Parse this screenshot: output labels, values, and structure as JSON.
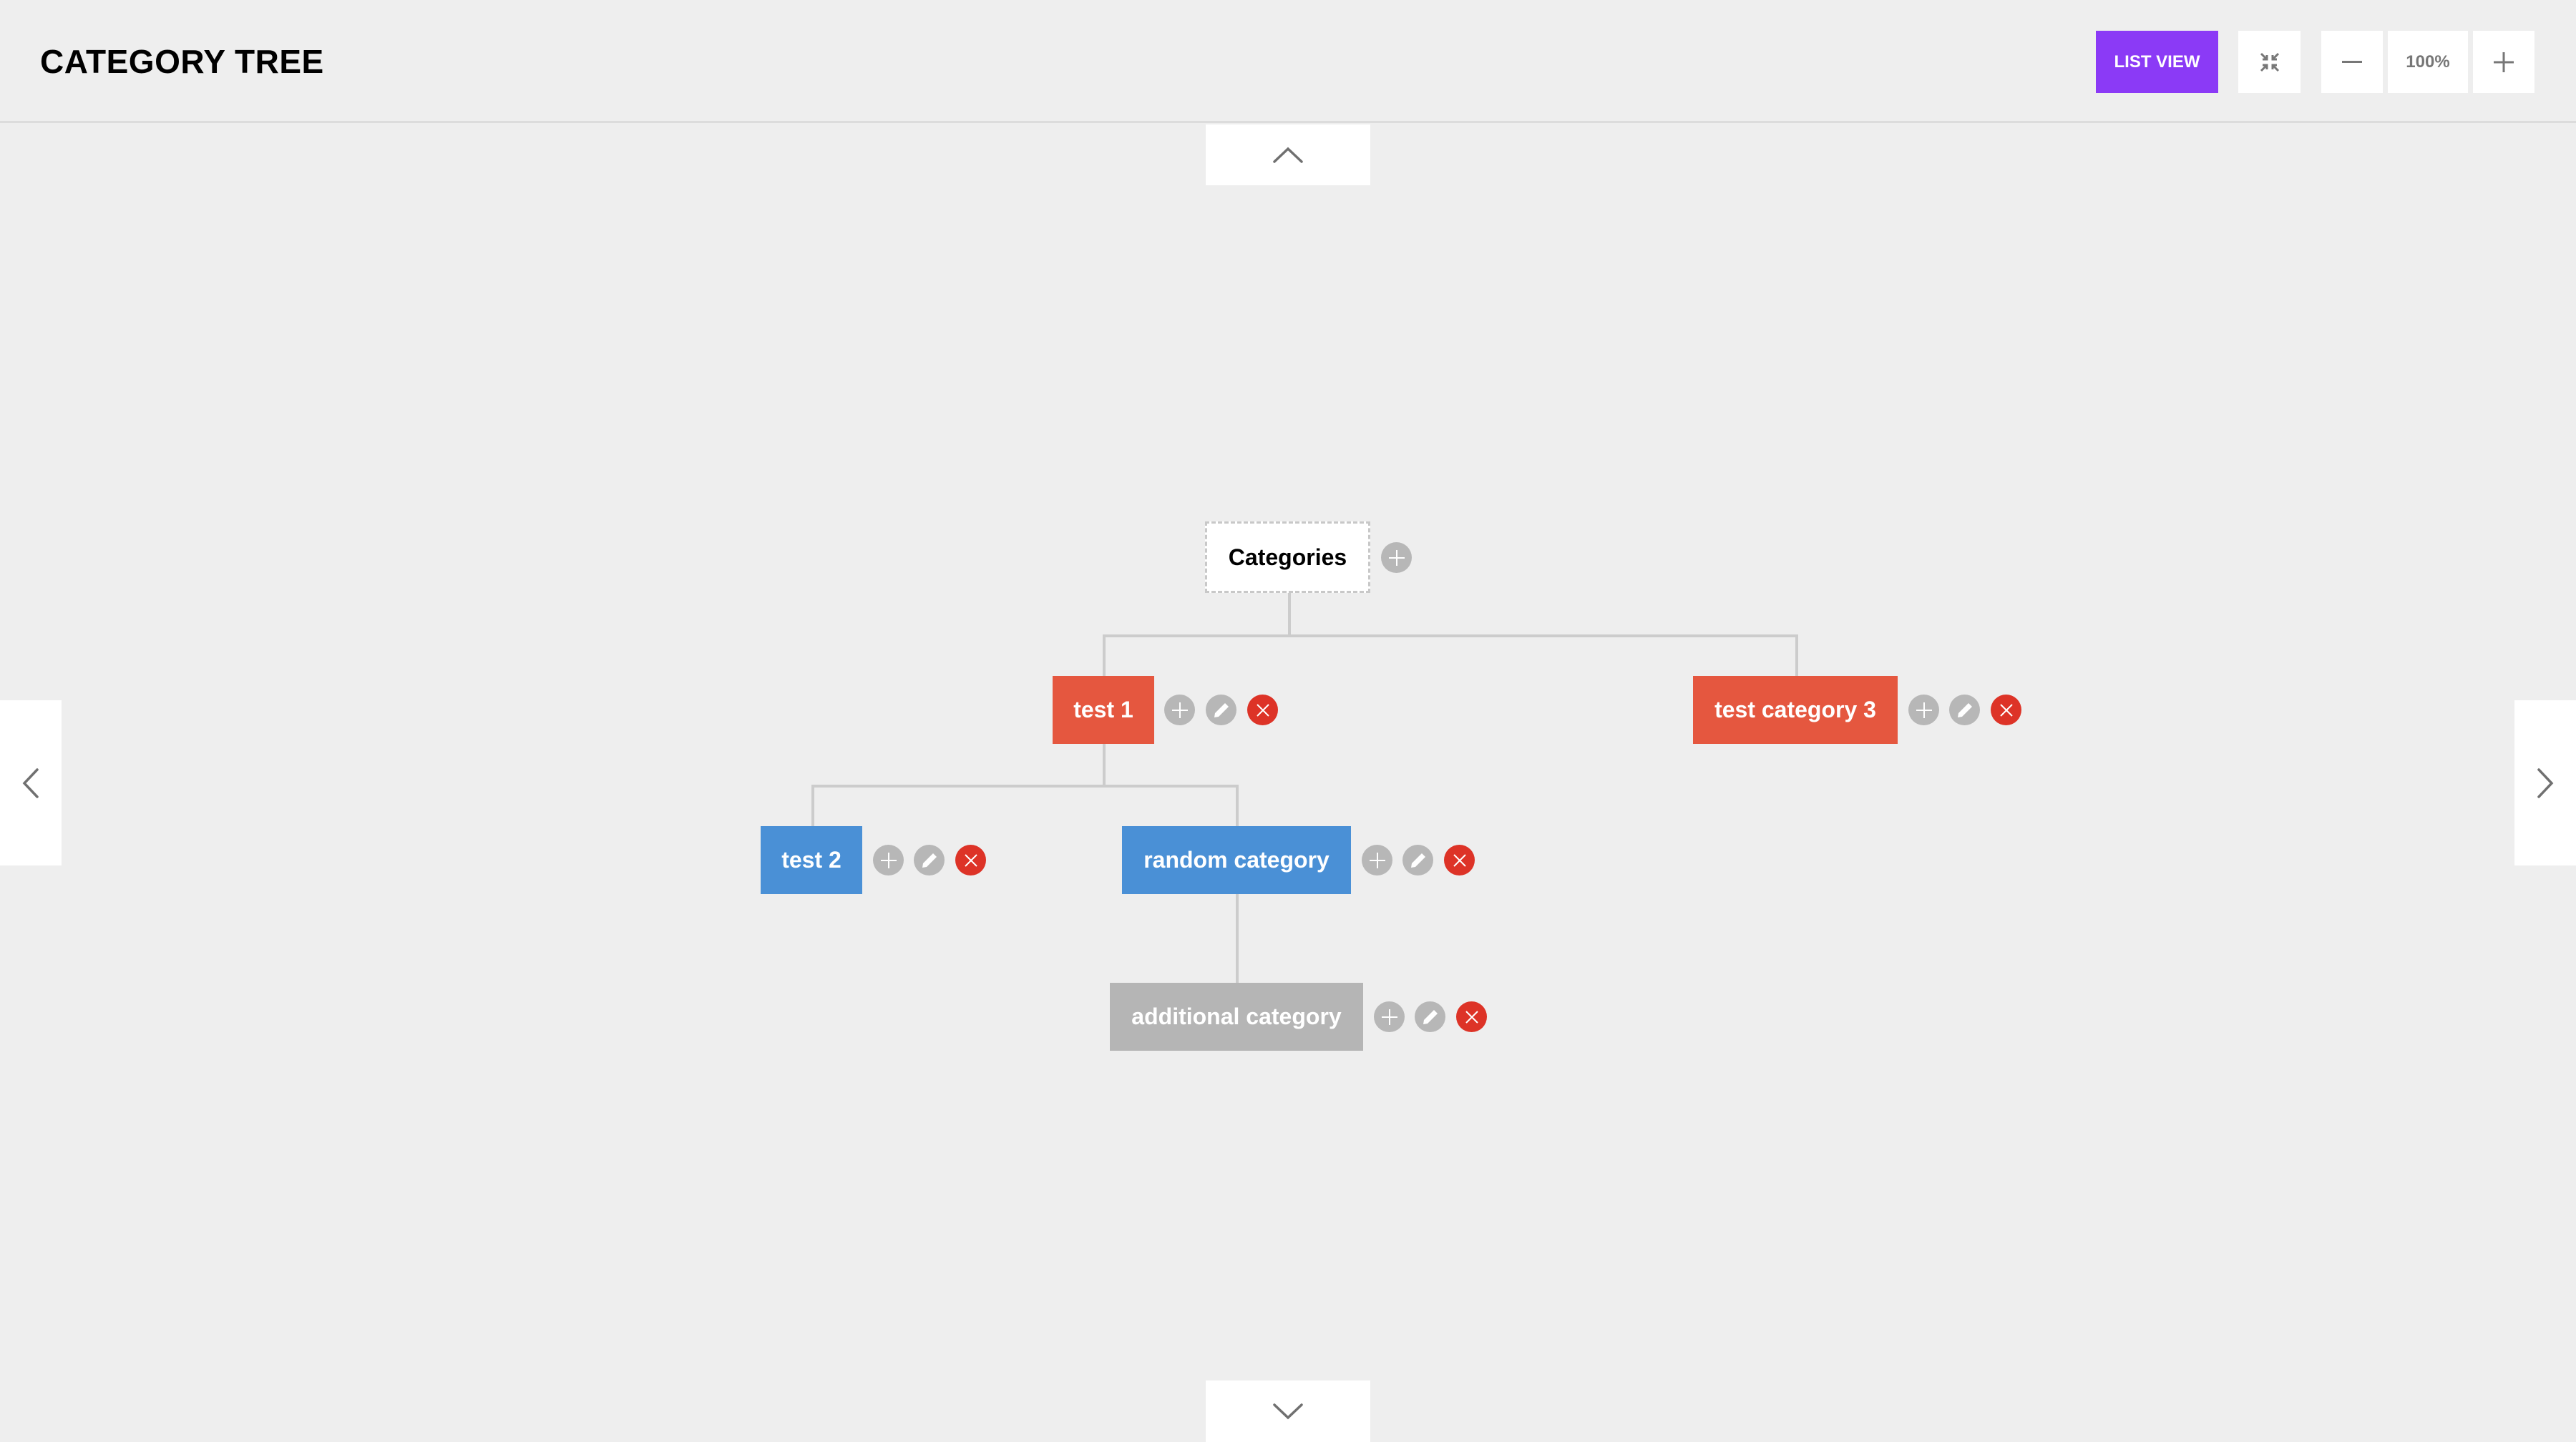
{
  "header": {
    "title": "CATEGORY TREE",
    "list_view_label": "LIST VIEW",
    "collapse_icon": "collapse-arrows-icon",
    "zoom_out_icon": "minus-icon",
    "zoom_level": "100%",
    "zoom_in_icon": "plus-icon"
  },
  "navigation": {
    "up_icon": "chevron-up-icon",
    "down_icon": "chevron-down-icon",
    "left_icon": "chevron-left-icon",
    "right_icon": "chevron-right-icon"
  },
  "tree": {
    "root": {
      "label": "Categories",
      "actions": [
        "add"
      ]
    },
    "nodes": [
      {
        "label": "test 1",
        "color": "#e5573f",
        "level": 1,
        "parent": "Categories",
        "actions": [
          "add",
          "edit",
          "delete"
        ]
      },
      {
        "label": "test category 3",
        "color": "#e5573f",
        "level": 1,
        "parent": "Categories",
        "actions": [
          "add",
          "edit",
          "delete"
        ]
      },
      {
        "label": "test 2",
        "color": "#4a90d6",
        "level": 2,
        "parent": "test 1",
        "actions": [
          "add",
          "edit",
          "delete"
        ]
      },
      {
        "label": "random category",
        "color": "#4a90d6",
        "level": 2,
        "parent": "test 1",
        "actions": [
          "add",
          "edit",
          "delete"
        ]
      },
      {
        "label": "additional category",
        "color": "#b5b5b5",
        "level": 3,
        "parent": "random category",
        "actions": [
          "add",
          "edit",
          "delete"
        ]
      }
    ]
  },
  "colors": {
    "background": "#eeeeee",
    "accent": "#8b3af6",
    "level1": "#e5573f",
    "level2": "#4a90d6",
    "level3": "#b5b5b5",
    "action_neutral": "#b7b7b7",
    "action_delete": "#dd3327",
    "connector": "#cccccc"
  }
}
